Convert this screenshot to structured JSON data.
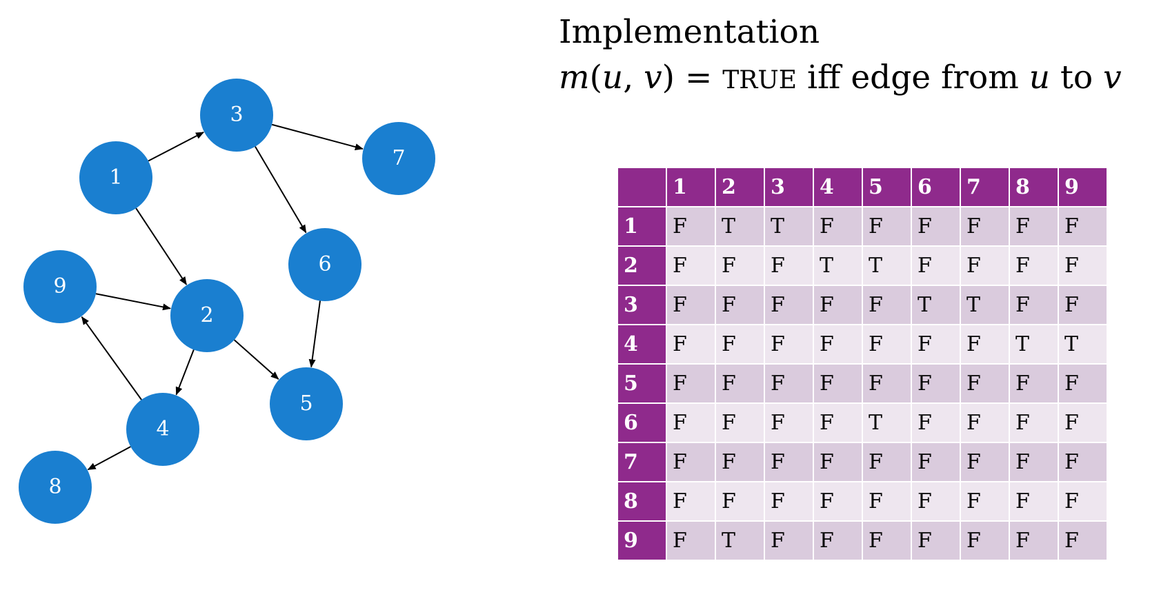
{
  "title": {
    "line1": "Implementation",
    "m": "m",
    "u": "u",
    "v": "v",
    "eq": " = ",
    "true_word": "TRUE",
    "iff_text": " iff edge from ",
    "to_text": " to "
  },
  "graph": {
    "node_color": "#1a7fd0",
    "nodes": [
      {
        "id": "1"
      },
      {
        "id": "2"
      },
      {
        "id": "3"
      },
      {
        "id": "4"
      },
      {
        "id": "5"
      },
      {
        "id": "6"
      },
      {
        "id": "7"
      },
      {
        "id": "8"
      },
      {
        "id": "9"
      }
    ],
    "edges": [
      {
        "from": "1",
        "to": "3"
      },
      {
        "from": "1",
        "to": "2"
      },
      {
        "from": "3",
        "to": "7"
      },
      {
        "from": "3",
        "to": "6"
      },
      {
        "from": "6",
        "to": "5"
      },
      {
        "from": "2",
        "to": "5"
      },
      {
        "from": "2",
        "to": "4"
      },
      {
        "from": "9",
        "to": "2"
      },
      {
        "from": "4",
        "to": "9"
      },
      {
        "from": "4",
        "to": "8"
      }
    ]
  },
  "matrix": {
    "header_color": "#8f2a8c",
    "odd_row_color": "#dacbdd",
    "even_row_color": "#eee6ef",
    "col_headers": [
      "1",
      "2",
      "3",
      "4",
      "5",
      "6",
      "7",
      "8",
      "9"
    ],
    "rows": [
      {
        "label": "1",
        "cells": [
          "F",
          "T",
          "T",
          "F",
          "F",
          "F",
          "F",
          "F",
          "F"
        ]
      },
      {
        "label": "2",
        "cells": [
          "F",
          "F",
          "F",
          "T",
          "T",
          "F",
          "F",
          "F",
          "F"
        ]
      },
      {
        "label": "3",
        "cells": [
          "F",
          "F",
          "F",
          "F",
          "F",
          "T",
          "T",
          "F",
          "F"
        ]
      },
      {
        "label": "4",
        "cells": [
          "F",
          "F",
          "F",
          "F",
          "F",
          "F",
          "F",
          "T",
          "T"
        ]
      },
      {
        "label": "5",
        "cells": [
          "F",
          "F",
          "F",
          "F",
          "F",
          "F",
          "F",
          "F",
          "F"
        ]
      },
      {
        "label": "6",
        "cells": [
          "F",
          "F",
          "F",
          "F",
          "T",
          "F",
          "F",
          "F",
          "F"
        ]
      },
      {
        "label": "7",
        "cells": [
          "F",
          "F",
          "F",
          "F",
          "F",
          "F",
          "F",
          "F",
          "F"
        ]
      },
      {
        "label": "8",
        "cells": [
          "F",
          "F",
          "F",
          "F",
          "F",
          "F",
          "F",
          "F",
          "F"
        ]
      },
      {
        "label": "9",
        "cells": [
          "F",
          "T",
          "F",
          "F",
          "F",
          "F",
          "F",
          "F",
          "F"
        ]
      }
    ]
  }
}
